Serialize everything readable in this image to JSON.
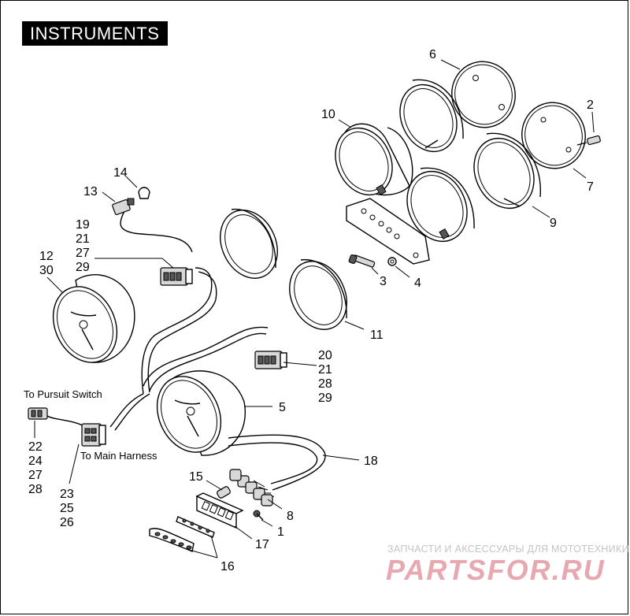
{
  "title": "INSTRUMENTS",
  "callouts": {
    "c1": "1",
    "c2": "2",
    "c3": "3",
    "c4": "4",
    "c5": "5",
    "c6": "6",
    "c7": "7",
    "c8": "8",
    "c9": "9",
    "c10": "10",
    "c11": "11",
    "c12": "12",
    "c30": "30",
    "c13": "13",
    "c14": "14",
    "c15": "15",
    "c16": "16",
    "c17": "17",
    "c18": "18",
    "g19": "19",
    "g21": "21",
    "g27": "27",
    "g29": "29",
    "h20": "20",
    "h21": "21",
    "h28": "28",
    "h29": "29",
    "k22": "22",
    "k24": "24",
    "k27": "27",
    "k28": "28",
    "m23": "23",
    "m25": "25",
    "m26": "26"
  },
  "notes": {
    "pursuit": "To Pursuit Switch",
    "harness": "To Main Harness"
  },
  "watermark": {
    "tagline": "ЗАПЧАСТИ И АКСЕССУАРЫ ДЛЯ МОТОТЕХНИКИ",
    "brand": "PARTSFOR.RU"
  }
}
